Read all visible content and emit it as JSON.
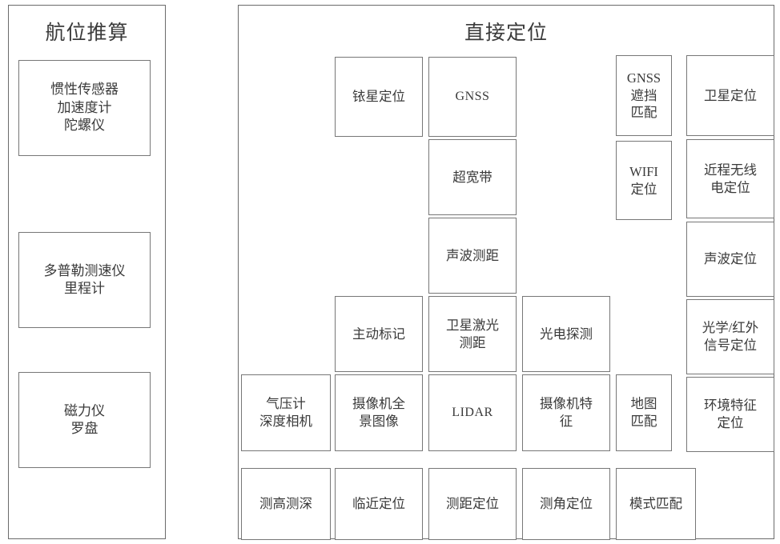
{
  "diagram": {
    "title_left": "航位推算",
    "title_right": "直接定位",
    "left_panel": {
      "name": "航位推算",
      "boxes": [
        {
          "label": "惯性传感器\n加速度计\n陀螺仪"
        },
        {
          "label": "多普勒测速仪\n里程计"
        },
        {
          "label": "磁力仪\n罗盘"
        }
      ]
    },
    "right_panel": {
      "name": "直接定位",
      "boxes": [
        {
          "label": "铱星定位"
        },
        {
          "label": "GNSS"
        },
        {
          "label": "GNSS\n遮挡\n匹配"
        },
        {
          "label": "卫星定位"
        },
        {
          "label": "超宽带"
        },
        {
          "label": "WIFI\n定位"
        },
        {
          "label": "近程无线\n电定位"
        },
        {
          "label": "声波测距"
        },
        {
          "label": "声波定位"
        },
        {
          "label": "主动标记"
        },
        {
          "label": "卫星激光\n测距"
        },
        {
          "label": "光电探测"
        },
        {
          "label": "光学/红外\n信号定位"
        },
        {
          "label": "气压计\n深度相机"
        },
        {
          "label": "摄像机全\n景图像"
        },
        {
          "label": "LIDAR"
        },
        {
          "label": "摄像机特\n征"
        },
        {
          "label": "地图\n匹配"
        },
        {
          "label": "环境特征\n定位"
        },
        {
          "label": "测高测深"
        },
        {
          "label": "临近定位"
        },
        {
          "label": "测距定位"
        },
        {
          "label": "测角定位"
        },
        {
          "label": "模式匹配"
        }
      ]
    },
    "colors": {
      "border": "#777777",
      "panel_border": "#6b6b6b",
      "text": "#3a3a3a",
      "background": "#ffffff"
    }
  }
}
